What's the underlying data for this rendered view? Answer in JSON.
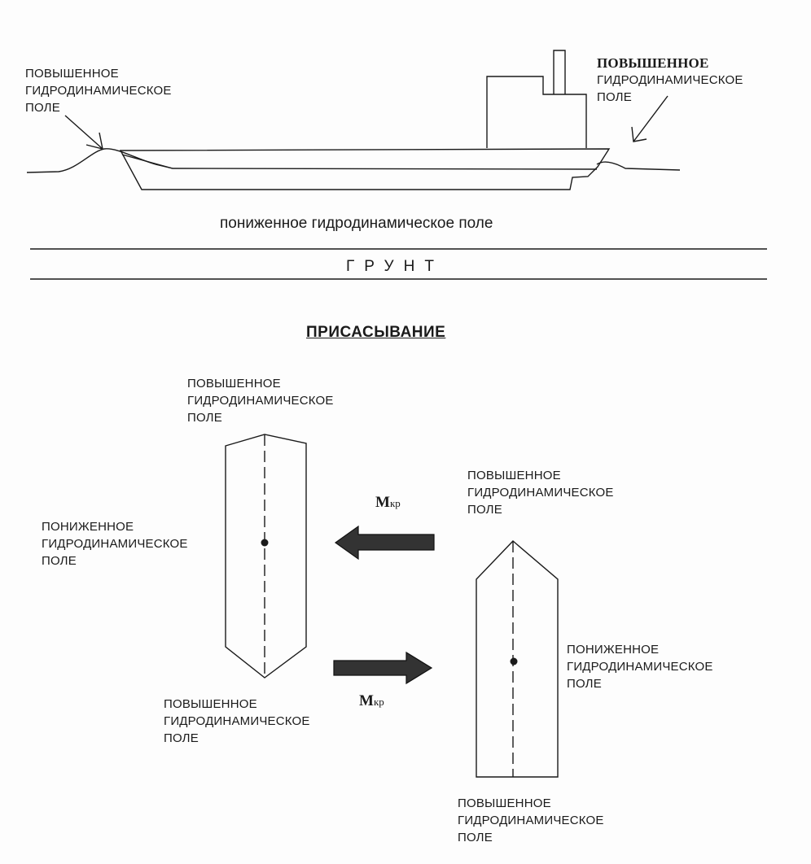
{
  "labels": {
    "raised_field": [
      "ПОВЫШЕННОЕ",
      "ГИДРОДИНАМИЧЕСКОЕ",
      "ПОЛЕ"
    ],
    "lowered_field": [
      "ПОНИЖЕННОЕ",
      "ГИДРОДИНАМИЧЕСКОЕ",
      "ПОЛЕ"
    ],
    "lowered_field_inline": "пониженное гидродинамическое поле",
    "ground": "ГРУНТ"
  },
  "section_title": "ПРИСАСЫВАНИЕ",
  "moment": {
    "symbol": "M",
    "subscript": "кр"
  }
}
